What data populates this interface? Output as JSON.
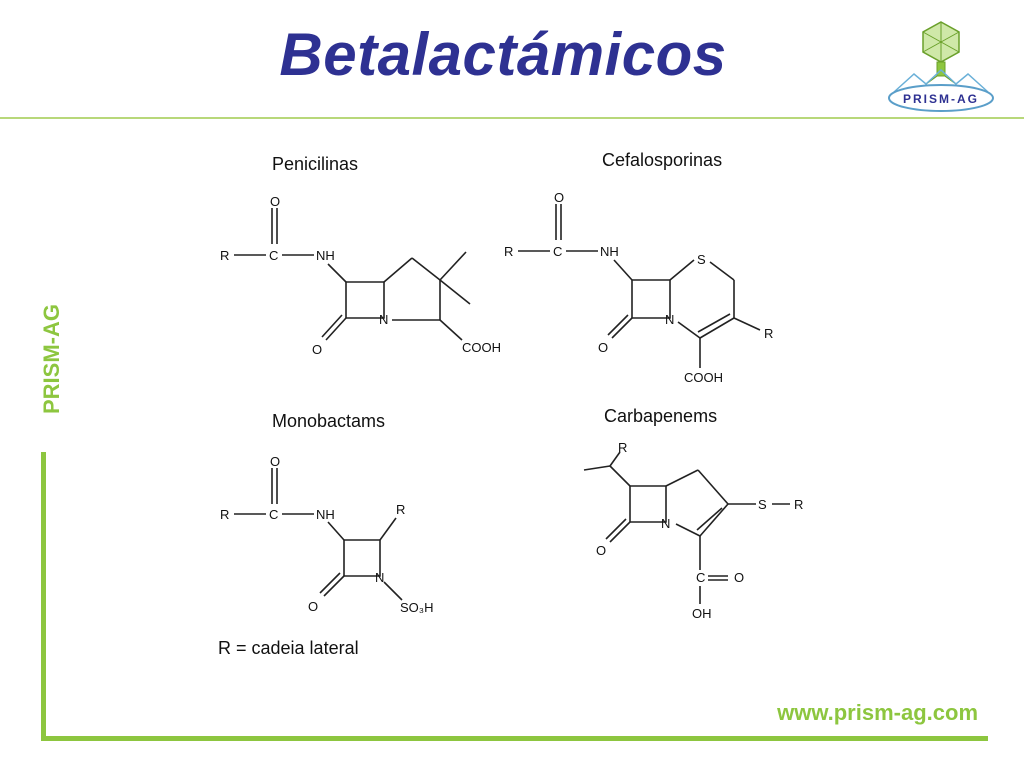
{
  "slide": {
    "title": "Betalactámicos",
    "side_label": "PRISM-AG",
    "footer_url": "www.prism-ag.com",
    "logo_text": "PRISM-AG"
  },
  "colors": {
    "title": "#2e3192",
    "accent": "#8dc63f",
    "rule": "#b8d87a",
    "logo_green": "#8dc63f"
  },
  "diagram": {
    "headings": [
      "Penicilinas",
      "Cefalosporinas",
      "Monobactams",
      "Carbapenems"
    ],
    "note": "R = cadeia lateral",
    "atoms": {
      "pen": {
        "o_top": "O",
        "r": "R",
        "c": "C",
        "nh": "NH",
        "n": "N",
        "o_bottom": "O",
        "cooh": "COOH"
      },
      "cef": {
        "o_top": "O",
        "r": "R",
        "c": "C",
        "nh": "NH",
        "s": "S",
        "n": "N",
        "o_bottom": "O",
        "r_right": "R",
        "cooh": "COOH"
      },
      "mono": {
        "o_top": "O",
        "r": "R",
        "c": "C",
        "nh": "NH",
        "r_right": "R",
        "n": "N",
        "o_bottom": "O",
        "so3h": "SO₃H"
      },
      "carb": {
        "r_top": "R",
        "n": "N",
        "s": "S",
        "r_right": "R",
        "o_bottom": "O",
        "c": "C",
        "o_right": "O",
        "oh": "OH"
      }
    }
  }
}
